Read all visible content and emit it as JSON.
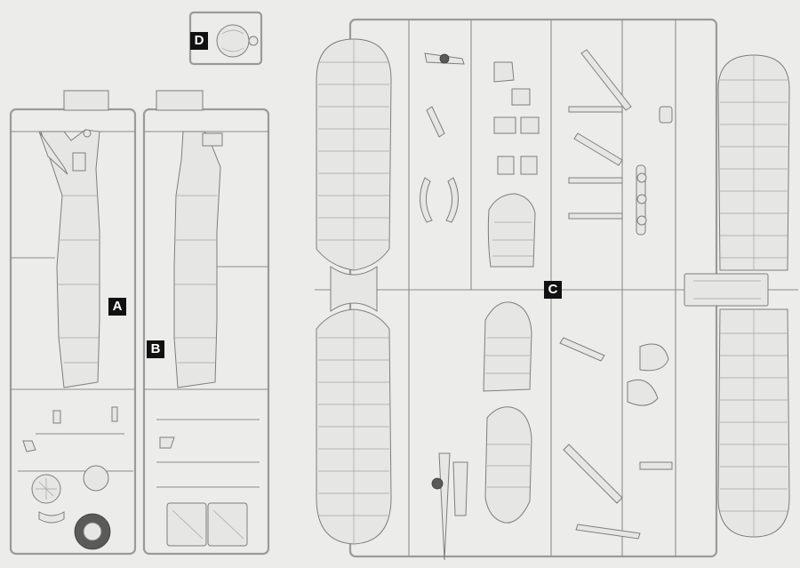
{
  "sprues": [
    {
      "id": "A"
    },
    {
      "id": "B"
    },
    {
      "id": "C"
    },
    {
      "id": "D"
    }
  ],
  "colors": {
    "background": "#ececea",
    "outline": "#8d8d8b",
    "label_bg": "#111111",
    "label_text": "#ffffff"
  }
}
